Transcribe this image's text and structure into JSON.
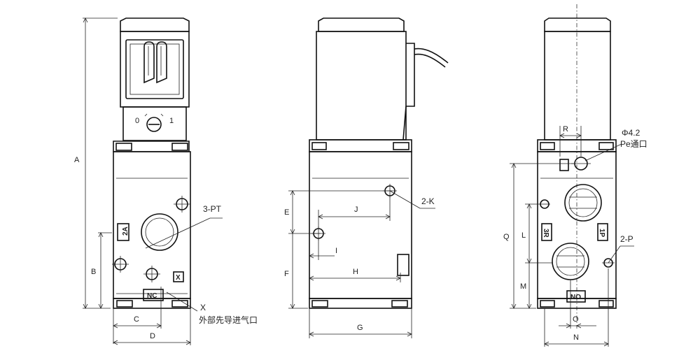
{
  "dimensions": {
    "A": "A",
    "B": "B",
    "C": "C",
    "D": "D",
    "E": "E",
    "F": "F",
    "G": "G",
    "H": "H",
    "I": "I",
    "J": "J",
    "L": "L",
    "M": "M",
    "N": "N",
    "O": "O",
    "Q": "Q",
    "R": "R"
  },
  "callouts": {
    "port_3pt": "3-PT",
    "port_2k": "2-K",
    "port_2p": "2-P",
    "pe_dia": "Φ4.2",
    "pe_port": "Pe通口",
    "x": "X",
    "ext_pilot": "外部先导进气口"
  },
  "markings": {
    "switch_0": "0",
    "switch_1": "1",
    "port_2a": "2A",
    "port_3r": "3R",
    "port_1p": "1P",
    "nc": "NC",
    "no": "NO",
    "x_box": "X"
  }
}
